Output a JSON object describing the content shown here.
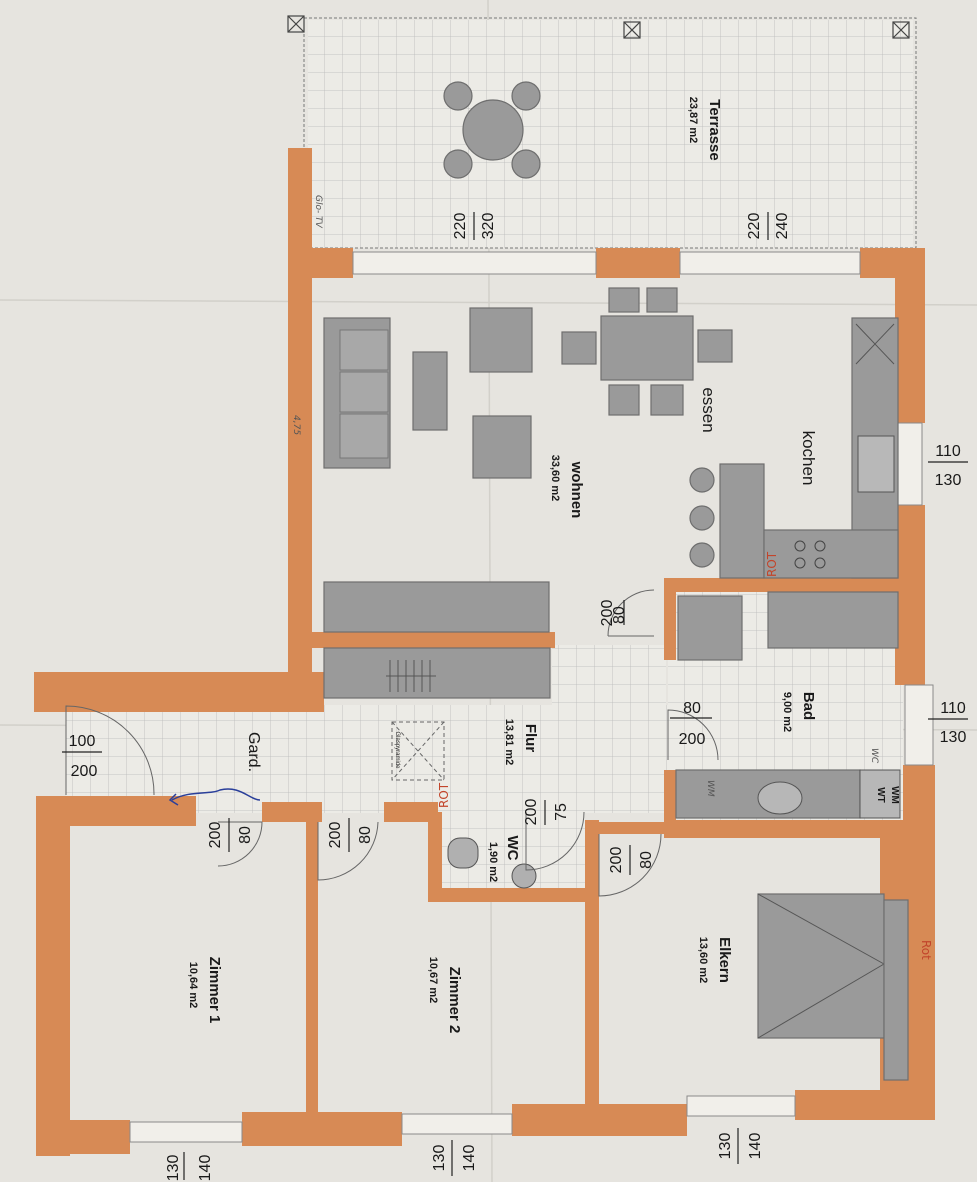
{
  "rooms": {
    "terrasse": {
      "name": "Terrasse",
      "area": "23,87 m2"
    },
    "wohnen": {
      "name": "wohnen",
      "area": "33,60 m2"
    },
    "essen": {
      "name": "essen"
    },
    "kochen": {
      "name": "kochen"
    },
    "flur": {
      "name": "Flur",
      "area": "13,81 m2"
    },
    "bad": {
      "name": "Bad",
      "area": "9,00 m2"
    },
    "wc": {
      "name": "WC",
      "area": "1,90 m2"
    },
    "elkern": {
      "name": "Elkern",
      "area": "13,60 m2"
    },
    "zimmer1": {
      "name": "Zimmer 1",
      "area": "10,64 m2"
    },
    "zimmer2": {
      "name": "Zimmer 2",
      "area": "10,67 m2"
    },
    "gard": {
      "name": "Gard."
    }
  },
  "dimensions": {
    "terrace_door_a": {
      "top": "320",
      "bottom": "220"
    },
    "terrace_door_b": {
      "top": "240",
      "bottom": "220"
    },
    "kitchen_window": {
      "top": "110",
      "bottom": "130"
    },
    "bath_window": {
      "top": "110",
      "bottom": "130"
    },
    "wohnen_door": {
      "top": "80",
      "bottom": "200"
    },
    "bad_door": {
      "top": "80",
      "bottom": "200"
    },
    "entry_door": {
      "top": "100",
      "bottom": "200"
    },
    "zimmer1_door": {
      "top": "80",
      "bottom": "200"
    },
    "zimmer2_door": {
      "top": "80",
      "bottom": "200"
    },
    "wc_door": {
      "top": "75",
      "bottom": "200"
    },
    "elkern_door": {
      "top": "80",
      "bottom": "200"
    },
    "zimmer1_window": {
      "top": "140",
      "bottom": "130"
    },
    "zimmer2_window": {
      "top": "140",
      "bottom": "130"
    },
    "elkern_window": {
      "top": "140",
      "bottom": "130"
    }
  },
  "labels": {
    "glaspyramide": "Glaspyramide",
    "wm": "WM",
    "wt": "WT"
  },
  "annotations": {
    "rot_elkern": "Rot",
    "rot_bad": "ROT",
    "rot_flur": "ROT",
    "note_terrace": "Glo- TV",
    "note_wall": "4,75",
    "note_wc": "WC",
    "note_bad": "WM"
  },
  "colors": {
    "wall": "#d78a55",
    "furniture": "#9a9a9a",
    "paper": "#e6e4df",
    "tile_line": "#b9b9b9"
  }
}
